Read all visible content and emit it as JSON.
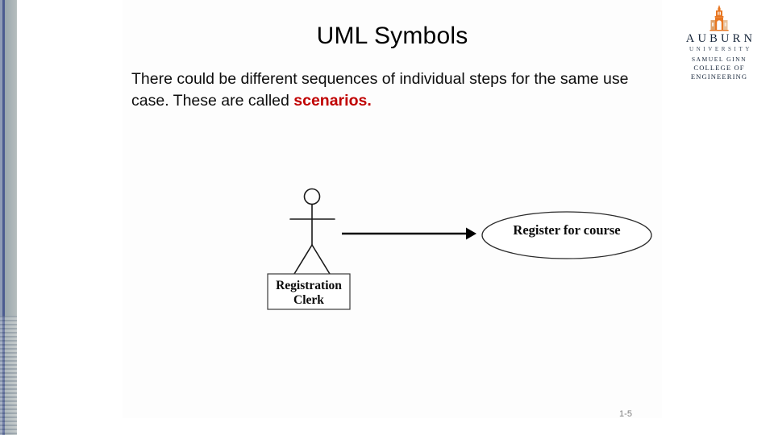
{
  "slide": {
    "title": "UML Symbols",
    "body": {
      "text_before": "There could be different sequences of individual steps for the same use case. These are called ",
      "emphasis": "scenarios.",
      "emphasis_color": "#C00000"
    },
    "page_number": "1-5"
  },
  "logo": {
    "icon": "auburn-tower-icon",
    "wordmark": "AUBURN",
    "subtitle": "UNIVERSITY",
    "college_line_1": "SAMUEL GINN",
    "college_line_2": "COLLEGE OF ENGINEERING",
    "tower_color": "#E87722",
    "text_color": "#17263A"
  },
  "diagram": {
    "type": "uml-use-case",
    "actor": {
      "icon": "stick-figure-actor-icon",
      "label_line_1": "Registration",
      "label_line_2": "Clerk"
    },
    "association": {
      "icon": "arrow-right-icon"
    },
    "use_case": {
      "label": "Register for course"
    }
  },
  "theme": {
    "strip_accent": "#4C5C90",
    "strip_fill": "#A9B3B6",
    "panel_background": "#FDFDFD"
  }
}
